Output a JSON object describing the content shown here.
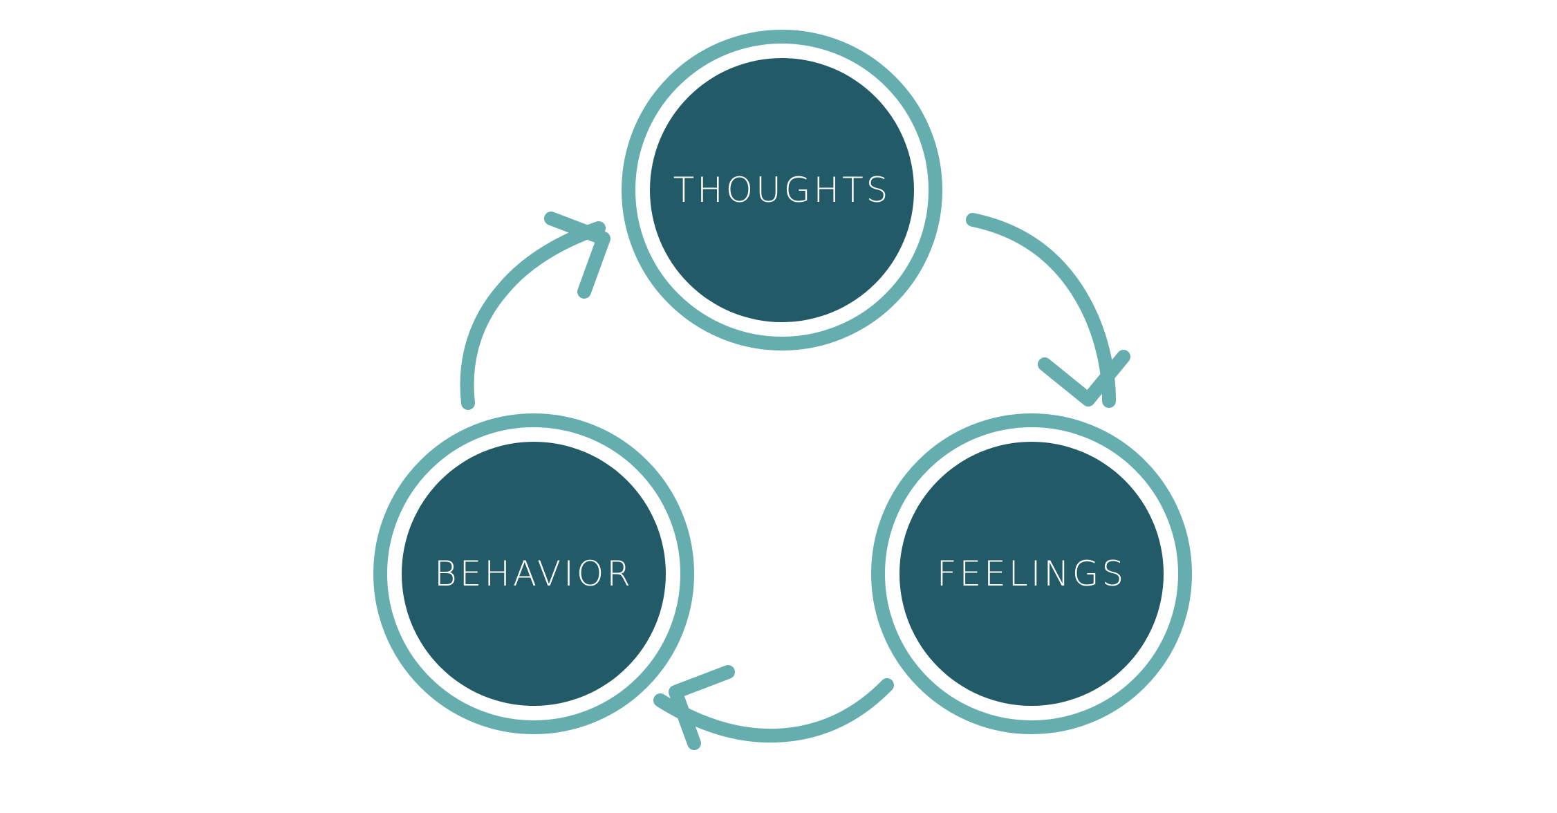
{
  "diagram": {
    "nodes": [
      {
        "id": "thoughts",
        "label": "THOUGHTS"
      },
      {
        "id": "feelings",
        "label": "FEELINGS"
      },
      {
        "id": "behavior",
        "label": "BEHAVIOR"
      }
    ],
    "edges": [
      {
        "from": "thoughts",
        "to": "feelings"
      },
      {
        "from": "feelings",
        "to": "behavior"
      },
      {
        "from": "behavior",
        "to": "thoughts"
      }
    ]
  },
  "colors": {
    "outer_ring": "#66adb0",
    "inner_fill": "#235a67",
    "arrow": "#66adb0",
    "label_text": "#ffffff",
    "background": "#ffffff"
  }
}
